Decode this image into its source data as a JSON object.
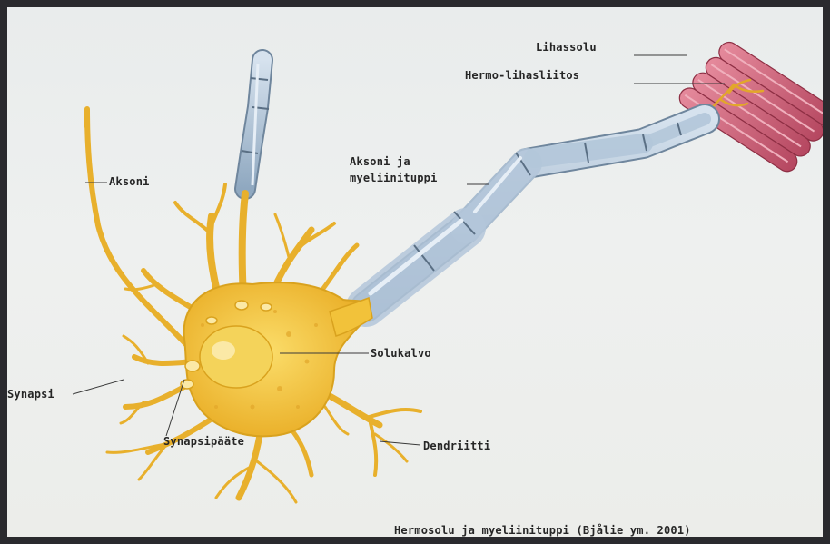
{
  "diagram": {
    "labels": {
      "muscle_cell": "Lihassolu",
      "neuromuscular_junction": "Hermo-lihasliitos",
      "axon_myelin_line1": "Aksoni ja",
      "axon_myelin_line2": "myeliinituppi",
      "axon": "Aksoni",
      "cell_membrane": "Solukalvo",
      "synapse": "Synapsi",
      "synaptic_terminal": "Synapsipääte",
      "dendrite": "Dendriitti"
    },
    "caption": "Hermosolu ja myeliinituppi (Bjålie ym. 2001)",
    "colors": {
      "neuron": "#f2c23a",
      "neuron_edge": "#d9a21e",
      "nucleus": "#f4d35a",
      "myelin": "#a9bfd4",
      "myelin_edge": "#6f869d",
      "muscle": "#cf5f74",
      "muscle_edge": "#8e2f44",
      "leader": "#3a3a3a"
    }
  }
}
